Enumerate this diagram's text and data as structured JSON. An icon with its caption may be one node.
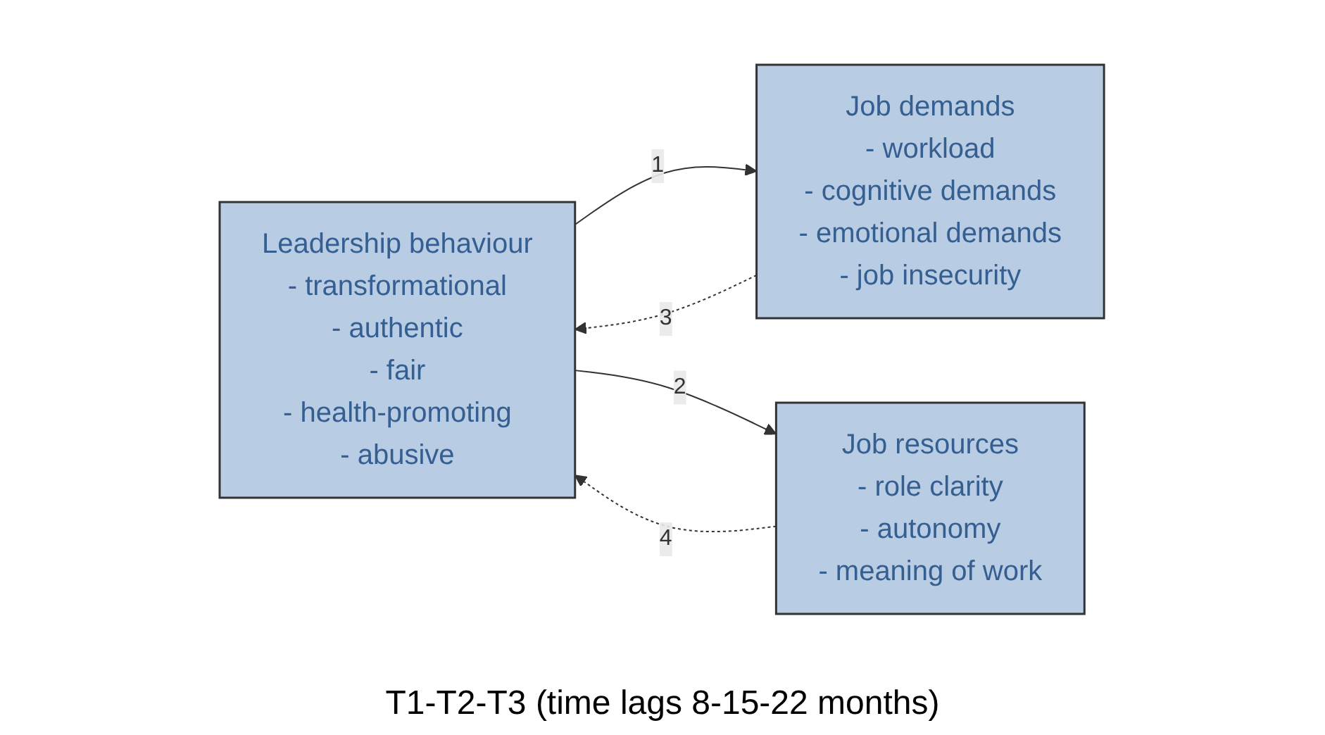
{
  "diagram": {
    "caption": "T1-T2-T3 (time lags 8-15-22 months)",
    "nodes": [
      {
        "text": [
          "Leadership behaviour",
          "- transformational",
          "- authentic",
          "- fair",
          "- health-promoting",
          "- abusive"
        ]
      },
      {
        "text": [
          "Job demands",
          "- workload",
          "- cognitive demands",
          "- emotional demands",
          "- job insecurity"
        ]
      },
      {
        "text": [
          "Job resources",
          "- role clarity",
          "- autonomy",
          "- meaning of work"
        ]
      }
    ],
    "edges": [
      {
        "from": 0,
        "to": 1,
        "arrow": "to",
        "label": "1"
      },
      {
        "from": 1,
        "to": 0,
        "arrow": "to",
        "label": "3",
        "style": "dashed"
      },
      {
        "from": 0,
        "to": 2,
        "arrow": "to",
        "label": "2"
      },
      {
        "from": 2,
        "to": 0,
        "arrow": "to",
        "label": "4",
        "style": "dashed"
      }
    ]
  }
}
